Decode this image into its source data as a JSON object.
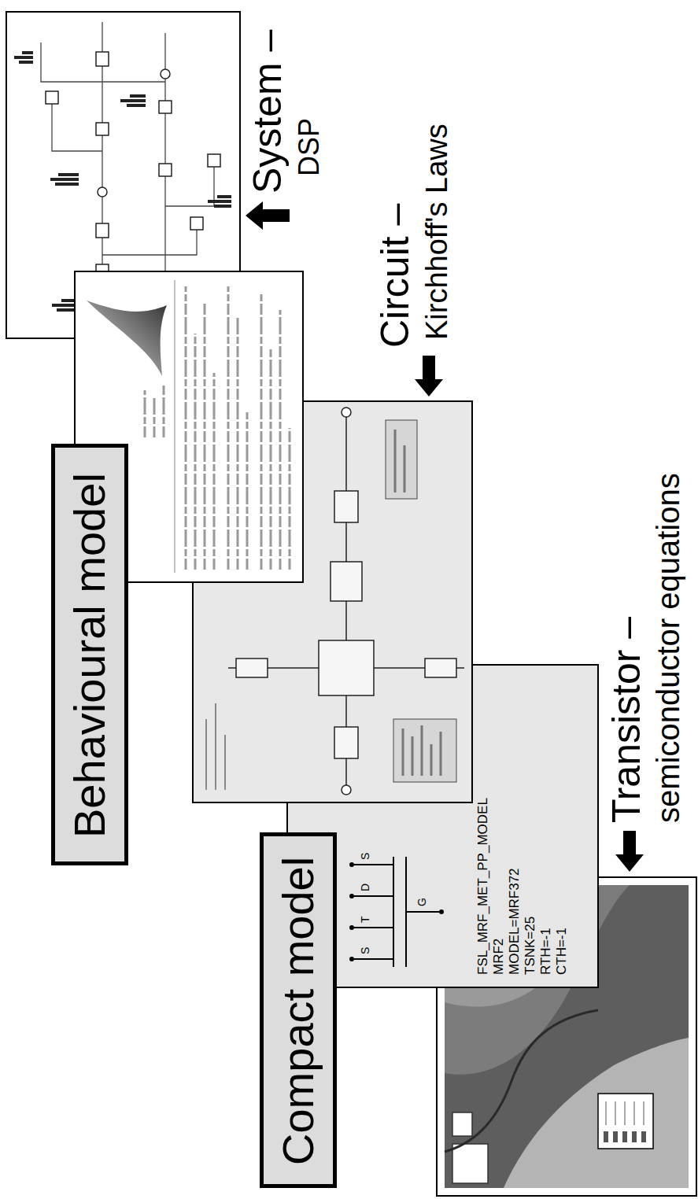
{
  "diagram": {
    "nodes": [
      {
        "text": [
          "Behavioural model"
        ]
      },
      {
        "text": [
          "Compact model"
        ]
      }
    ],
    "labels": [
      "System –",
      "DSP",
      "Circuit –",
      "Kirchhoff's Laws",
      "S",
      "T",
      "D",
      "S",
      "G",
      "FSL_MRF_MET_PP_MODEL",
      "MRF2",
      "MODEL=MRF372",
      "TSNK=25",
      "RTH=-1",
      "CTH=-1",
      "Transistor –",
      "semiconductor equations"
    ]
  }
}
